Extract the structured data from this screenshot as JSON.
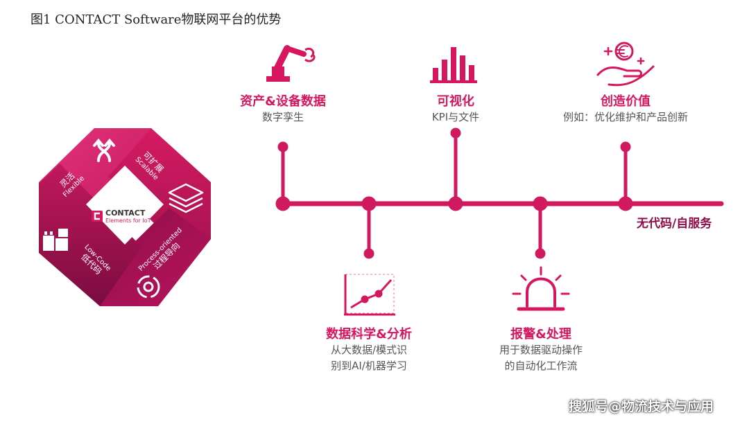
{
  "title": "图1 CONTACT Software物联网平台的优势",
  "colors": {
    "magenta": "#d6165e",
    "dark_magenta": "#8d0e4a",
    "timeline": "#d0195f"
  },
  "badge": {
    "brand": "CONTACT",
    "brand_sub": "Elements for IoT",
    "sides": [
      {
        "cn": "灵活",
        "en": "Flexible",
        "icon": "shuffle-icon"
      },
      {
        "cn": "可扩展",
        "en": "Scalable",
        "icon": "layers-icon"
      },
      {
        "cn": "过程导向",
        "en": "Process-oriented",
        "icon": "gear-cycle-icon"
      },
      {
        "cn": "低代码",
        "en": "Low-Code",
        "icon": "blocks-icon"
      }
    ]
  },
  "top_nodes": [
    {
      "title": "资产&设备数据",
      "desc": "数字孪生",
      "icon": "robot-arm-icon"
    },
    {
      "title": "可视化",
      "desc": "KPI与文件",
      "icon": "bar-chart-icon"
    },
    {
      "title": "创造价值",
      "desc": "例如：优化维护和产品创新",
      "icon": "hand-euro-icon"
    }
  ],
  "bottom_nodes": [
    {
      "title": "数据科学&分析",
      "desc_line1": "从大数据/模式识",
      "desc_line2": "别到AI/机器学习",
      "icon": "line-chart-icon"
    },
    {
      "title": "报警&处理",
      "desc_line1": "用于数据驱动操作",
      "desc_line2": "的自动化工作流",
      "icon": "alarm-light-icon"
    }
  ],
  "axis_label": "无代码/自服务",
  "watermark": "搜狐号@物流技术与应用"
}
